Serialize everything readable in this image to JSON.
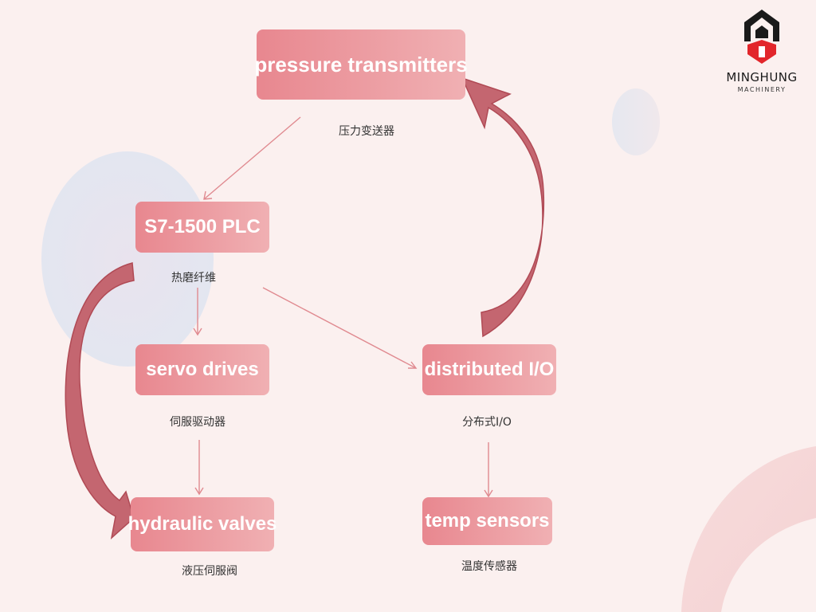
{
  "logo": {
    "name": "MINGHUNG",
    "subtitle": "MACHINERY",
    "colors": {
      "dark": "#1a1a1a",
      "red": "#e2262b"
    }
  },
  "nodes": {
    "pressure_transmitters": {
      "label": "pressure transmitters",
      "sublabel": "压力变送器"
    },
    "plc": {
      "label": "S7-1500 PLC",
      "sublabel": "热磨纤维"
    },
    "servo_drives": {
      "label": "servo drives",
      "sublabel": "伺服驱动器"
    },
    "distributed_io": {
      "label": "distributed I/O",
      "sublabel": "分布式I/O"
    },
    "hydraulic_valves": {
      "label": "hydraulic valves",
      "sublabel": "液压伺服阀"
    },
    "temp_sensors": {
      "label": "temp sensors",
      "sublabel": "温度传感器"
    }
  },
  "edges": [
    {
      "from": "pressure_transmitters",
      "to": "plc",
      "style": "thin"
    },
    {
      "from": "plc",
      "to": "servo_drives",
      "style": "thin"
    },
    {
      "from": "plc",
      "to": "distributed_io",
      "style": "thin"
    },
    {
      "from": "servo_drives",
      "to": "hydraulic_valves",
      "style": "thin"
    },
    {
      "from": "distributed_io",
      "to": "temp_sensors",
      "style": "thin"
    },
    {
      "from": "distributed_io",
      "to": "pressure_transmitters",
      "style": "curved-block"
    },
    {
      "from": "plc",
      "to": "hydraulic_valves",
      "style": "curved-block"
    }
  ],
  "colors": {
    "background": "#fbf0ef",
    "node_gradient_start": "#e8878f",
    "node_gradient_end": "#f0b0b3",
    "edge": "#e08a90",
    "block_arrow_dark": "#b85a63",
    "block_arrow_light": "#e88a92"
  }
}
